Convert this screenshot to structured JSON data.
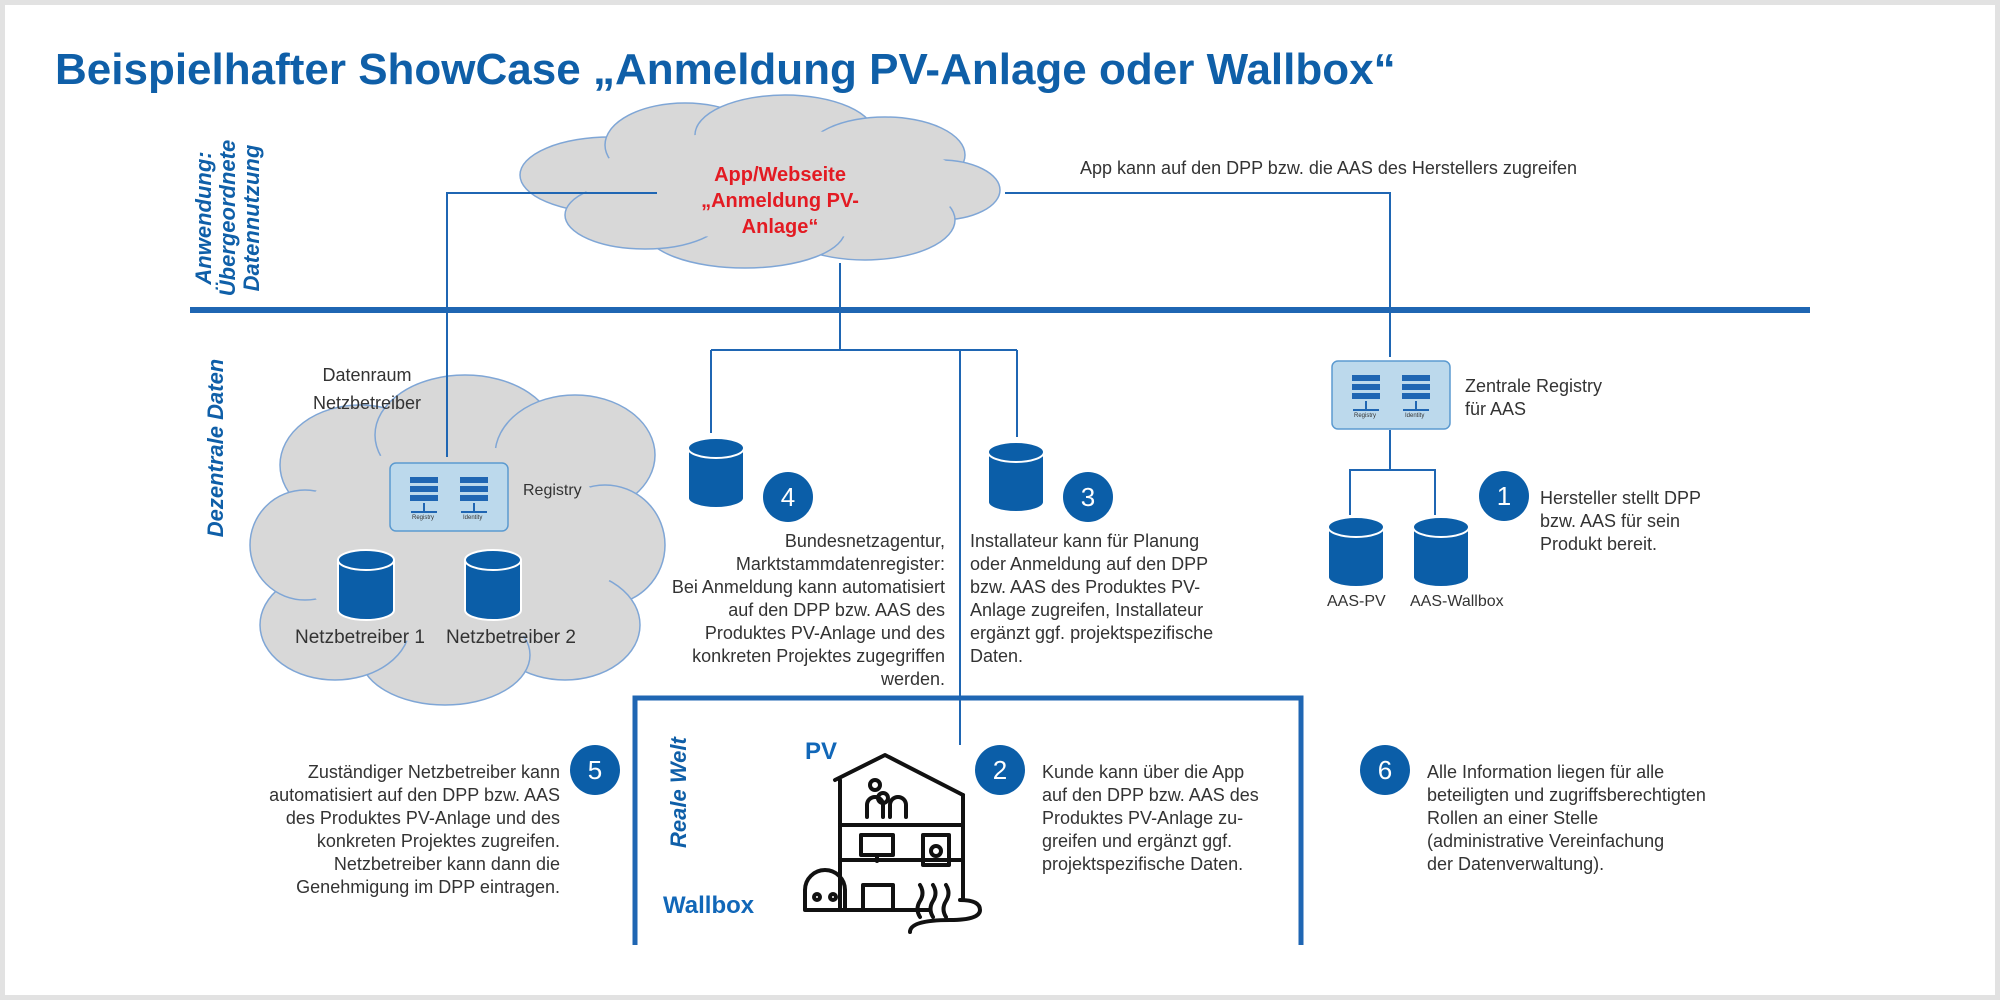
{
  "title": "Beispielhafter ShowCase „Anmeldung PV-Anlage oder Wallbox“",
  "layers": {
    "anwendung": [
      "Anwendung:",
      "Übergeordnete",
      "Datennutzung"
    ],
    "dezentral": "Dezentrale Daten",
    "reale_welt": "Reale Welt"
  },
  "app_cloud": {
    "line1": "App/Webseite",
    "line2": "„Anmeldung PV-",
    "line3": "Anlage“"
  },
  "app_note": "App kann auf den DPP bzw. die AAS des Herstellers zugreifen",
  "datenraum": {
    "line1": "Datenraum",
    "line2": "Netzbetreiber"
  },
  "registry_label": "Registry",
  "icon_labels": {
    "registry": "Registry",
    "identity": "Identity"
  },
  "netzbetreiber": [
    "Netzbetreiber 1",
    "Netzbetreiber 2"
  ],
  "zentrale_registry": {
    "line1": "Zentrale Registry",
    "line2": "für AAS"
  },
  "aas": [
    "AAS-PV",
    "AAS-Wallbox"
  ],
  "steps": [
    {
      "num": "1",
      "lines": [
        "Hersteller stellt DPP",
        "bzw. AAS für sein",
        "Produkt bereit."
      ]
    },
    {
      "num": "2",
      "lines": [
        "Kunde kann über die App",
        "auf den DPP bzw. AAS des",
        "Produktes PV-Anlage zu-",
        "greifen und ergänzt ggf.",
        "projektspezifische Daten."
      ]
    },
    {
      "num": "3",
      "lines": [
        "Installateur kann für Planung",
        "oder Anmeldung auf den DPP",
        "bzw. AAS des Produktes PV-",
        "Anlage zugreifen, Installateur",
        "ergänzt ggf. projektspezifische",
        "Daten."
      ]
    },
    {
      "num": "4",
      "lines": [
        "Bundesnetzagentur,",
        "Marktstammdatenregister:",
        "Bei Anmeldung kann automatisiert",
        "auf den DPP bzw. AAS des",
        "Produktes PV-Anlage und des",
        "konkreten Projektes zugegriffen",
        "werden."
      ]
    },
    {
      "num": "5",
      "lines": [
        "Zuständiger Netzbetreiber kann",
        "automatisiert auf den DPP bzw. AAS",
        "des Produktes PV-Anlage und des",
        "konkreten Projektes zugreifen.",
        "Netzbetreiber kann dann die",
        "Genehmigung im DPP eintragen."
      ]
    },
    {
      "num": "6",
      "lines": [
        "Alle Information liegen für alle",
        "beteiligten und zugriffsberechtigten",
        "Rollen an einer Stelle",
        "(administrative Vereinfachung",
        "der Datenverwaltung)."
      ]
    }
  ],
  "real_world": {
    "pv": "PV",
    "wallbox": "Wallbox"
  },
  "colors": {
    "accent": "#0f5fa8",
    "line": "#1f66b3",
    "db": "#0b5ea8",
    "cloud": "#d8d8d8",
    "highlight": "#e31b23"
  }
}
